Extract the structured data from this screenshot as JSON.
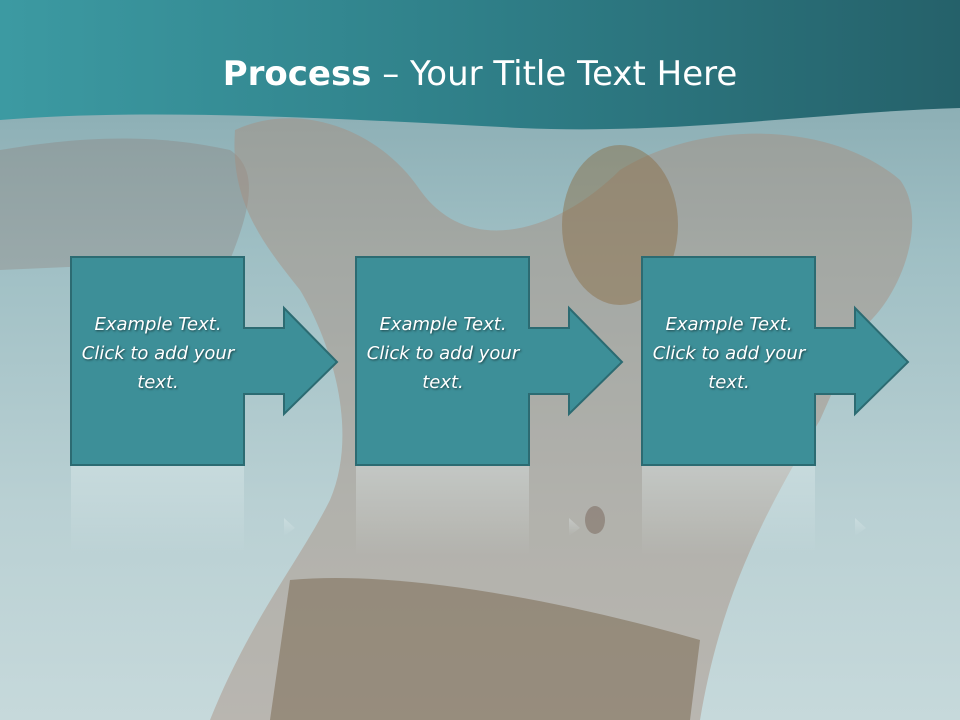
{
  "slide": {
    "title_bold": "Process",
    "title_rest": " – Your Title Text Here",
    "steps": [
      {
        "text": "Example Text. Click  to add your text."
      },
      {
        "text": "Example Text. Click  to add your text."
      },
      {
        "text": "Example Text. Click  to add your text."
      }
    ]
  },
  "colors": {
    "box_fill": "#3d8f98",
    "box_stroke": "#2c6b72",
    "header_band": "#2f7f88",
    "title_text": "#ffffff"
  }
}
